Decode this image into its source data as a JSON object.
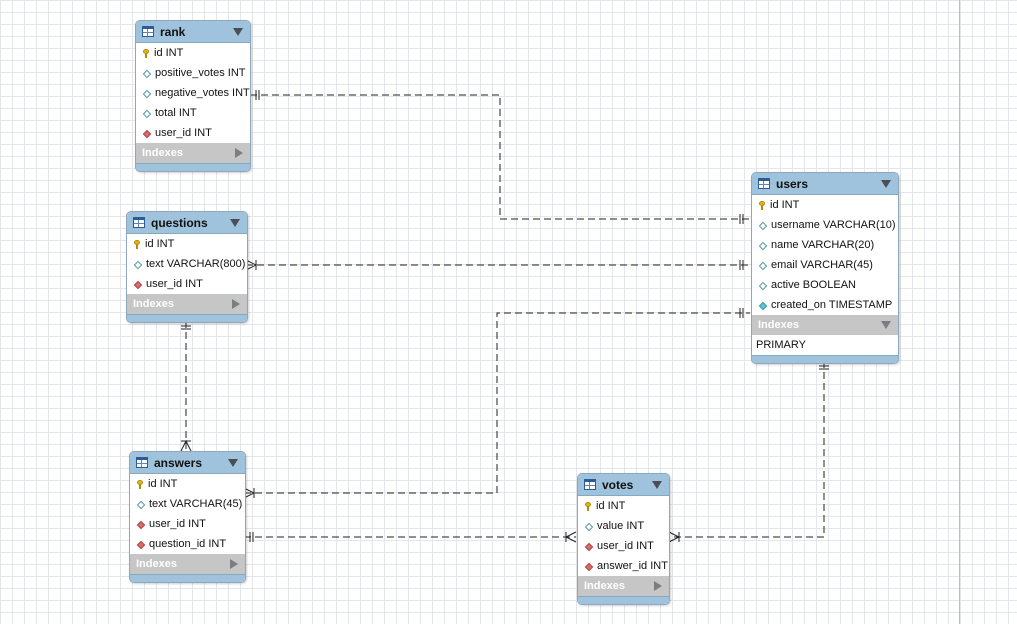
{
  "entities": {
    "rank": {
      "title": "rank",
      "columns": [
        {
          "text": "id INT",
          "kind": "pk"
        },
        {
          "text": "positive_votes INT",
          "kind": "col"
        },
        {
          "text": "negative_votes INT",
          "kind": "col"
        },
        {
          "text": "total INT",
          "kind": "col"
        },
        {
          "text": "user_id INT",
          "kind": "fk"
        }
      ],
      "indexes_label": "Indexes"
    },
    "questions": {
      "title": "questions",
      "columns": [
        {
          "text": "id INT",
          "kind": "pk"
        },
        {
          "text": "text VARCHAR(800)",
          "kind": "col"
        },
        {
          "text": "user_id INT",
          "kind": "fk"
        }
      ],
      "indexes_label": "Indexes"
    },
    "answers": {
      "title": "answers",
      "columns": [
        {
          "text": "id INT",
          "kind": "pk"
        },
        {
          "text": "text VARCHAR(45)",
          "kind": "col"
        },
        {
          "text": "user_id INT",
          "kind": "fk"
        },
        {
          "text": "question_id INT",
          "kind": "fk"
        }
      ],
      "indexes_label": "Indexes"
    },
    "users": {
      "title": "users",
      "columns": [
        {
          "text": "id INT",
          "kind": "pk"
        },
        {
          "text": "username VARCHAR(10)",
          "kind": "col"
        },
        {
          "text": "name VARCHAR(20)",
          "kind": "col"
        },
        {
          "text": "email VARCHAR(45)",
          "kind": "col"
        },
        {
          "text": "active BOOLEAN",
          "kind": "col"
        },
        {
          "text": "created_on TIMESTAMP",
          "kind": "nn"
        }
      ],
      "indexes_label": "Indexes",
      "index_names": [
        "PRIMARY"
      ]
    },
    "votes": {
      "title": "votes",
      "columns": [
        {
          "text": "id INT",
          "kind": "pk"
        },
        {
          "text": "value INT",
          "kind": "col"
        },
        {
          "text": "user_id INT",
          "kind": "fk"
        },
        {
          "text": "answer_id INT",
          "kind": "fk"
        }
      ],
      "indexes_label": "Indexes"
    }
  },
  "relationships": [
    {
      "from": "rank",
      "to": "users",
      "cardinality": "one-to-one"
    },
    {
      "from": "questions",
      "to": "users",
      "cardinality": "many-to-one"
    },
    {
      "from": "answers",
      "to": "questions",
      "cardinality": "many-to-one"
    },
    {
      "from": "answers",
      "to": "users",
      "cardinality": "many-to-one"
    },
    {
      "from": "votes",
      "to": "answers",
      "cardinality": "many-to-one"
    },
    {
      "from": "votes",
      "to": "users",
      "cardinality": "many-to-one"
    }
  ],
  "colors": {
    "header": "#9fc3dc",
    "indexes_bar": "#c6c6c6",
    "foreign_key": "#d86b6b",
    "primary_key": "#e2b51b"
  }
}
